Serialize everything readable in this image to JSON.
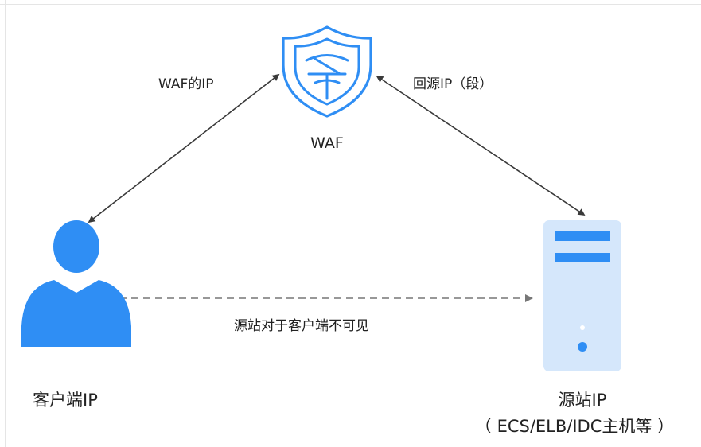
{
  "labels": {
    "waf_ip": "WAF的IP",
    "origin_ip_range": "回源IP（段）",
    "waf": "WAF",
    "hidden_note": "源站对于客户端不可见",
    "client_ip": "客户端IP",
    "origin_ip": "源站IP",
    "origin_types": "（ ECS/ELB/IDC主机等 ）"
  },
  "icons": {
    "waf": "shield-icon",
    "client": "user-icon",
    "origin": "server-icon"
  },
  "colors": {
    "primary_blue": "#2F8EF4",
    "server_body": "#D5E7FB",
    "arrow": "#3a3a3a",
    "dashed_arrow": "#777777"
  }
}
